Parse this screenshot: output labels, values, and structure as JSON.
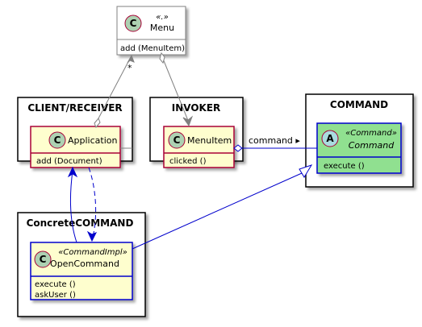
{
  "packages": {
    "client": {
      "title": "CLIENT/RECEIVER"
    },
    "invoker": {
      "title": "INVOKER"
    },
    "command": {
      "title": "COMMAND"
    },
    "concrete": {
      "title": "ConcreteCOMMAND"
    }
  },
  "classes": {
    "menu": {
      "badge": "C",
      "stereotype": "«.»",
      "name": "Menu",
      "members": [
        "add (MenuItem)"
      ]
    },
    "application": {
      "badge": "C",
      "name": "Application",
      "members": [
        "add (Document)"
      ]
    },
    "menuitem": {
      "badge": "C",
      "name": "MenuItem",
      "members": [
        "clicked ()"
      ]
    },
    "command": {
      "badge": "A",
      "stereotype": "«Command»",
      "name": "Command",
      "members": [
        "execute ()"
      ]
    },
    "opencommand": {
      "badge": "C",
      "stereotype": "«CommandImpl»",
      "name": "OpenCommand",
      "members": [
        "execute ()",
        "askUser ()"
      ]
    }
  },
  "edges": {
    "menu_application": {
      "multiplicity": "*"
    },
    "menuitem_command": {
      "label": "command ▸"
    }
  },
  "colors": {
    "class_fill": "#FEFECE",
    "class_border_red": "#A80036",
    "class_border_blue": "#0000CC",
    "abstract_fill": "#90E090",
    "badge_class": "#ADD1B2",
    "badge_abstract": "#A9DCDF",
    "edge_gray": "#808080",
    "edge_blue": "#0000CC",
    "menu_border": "#808080"
  }
}
